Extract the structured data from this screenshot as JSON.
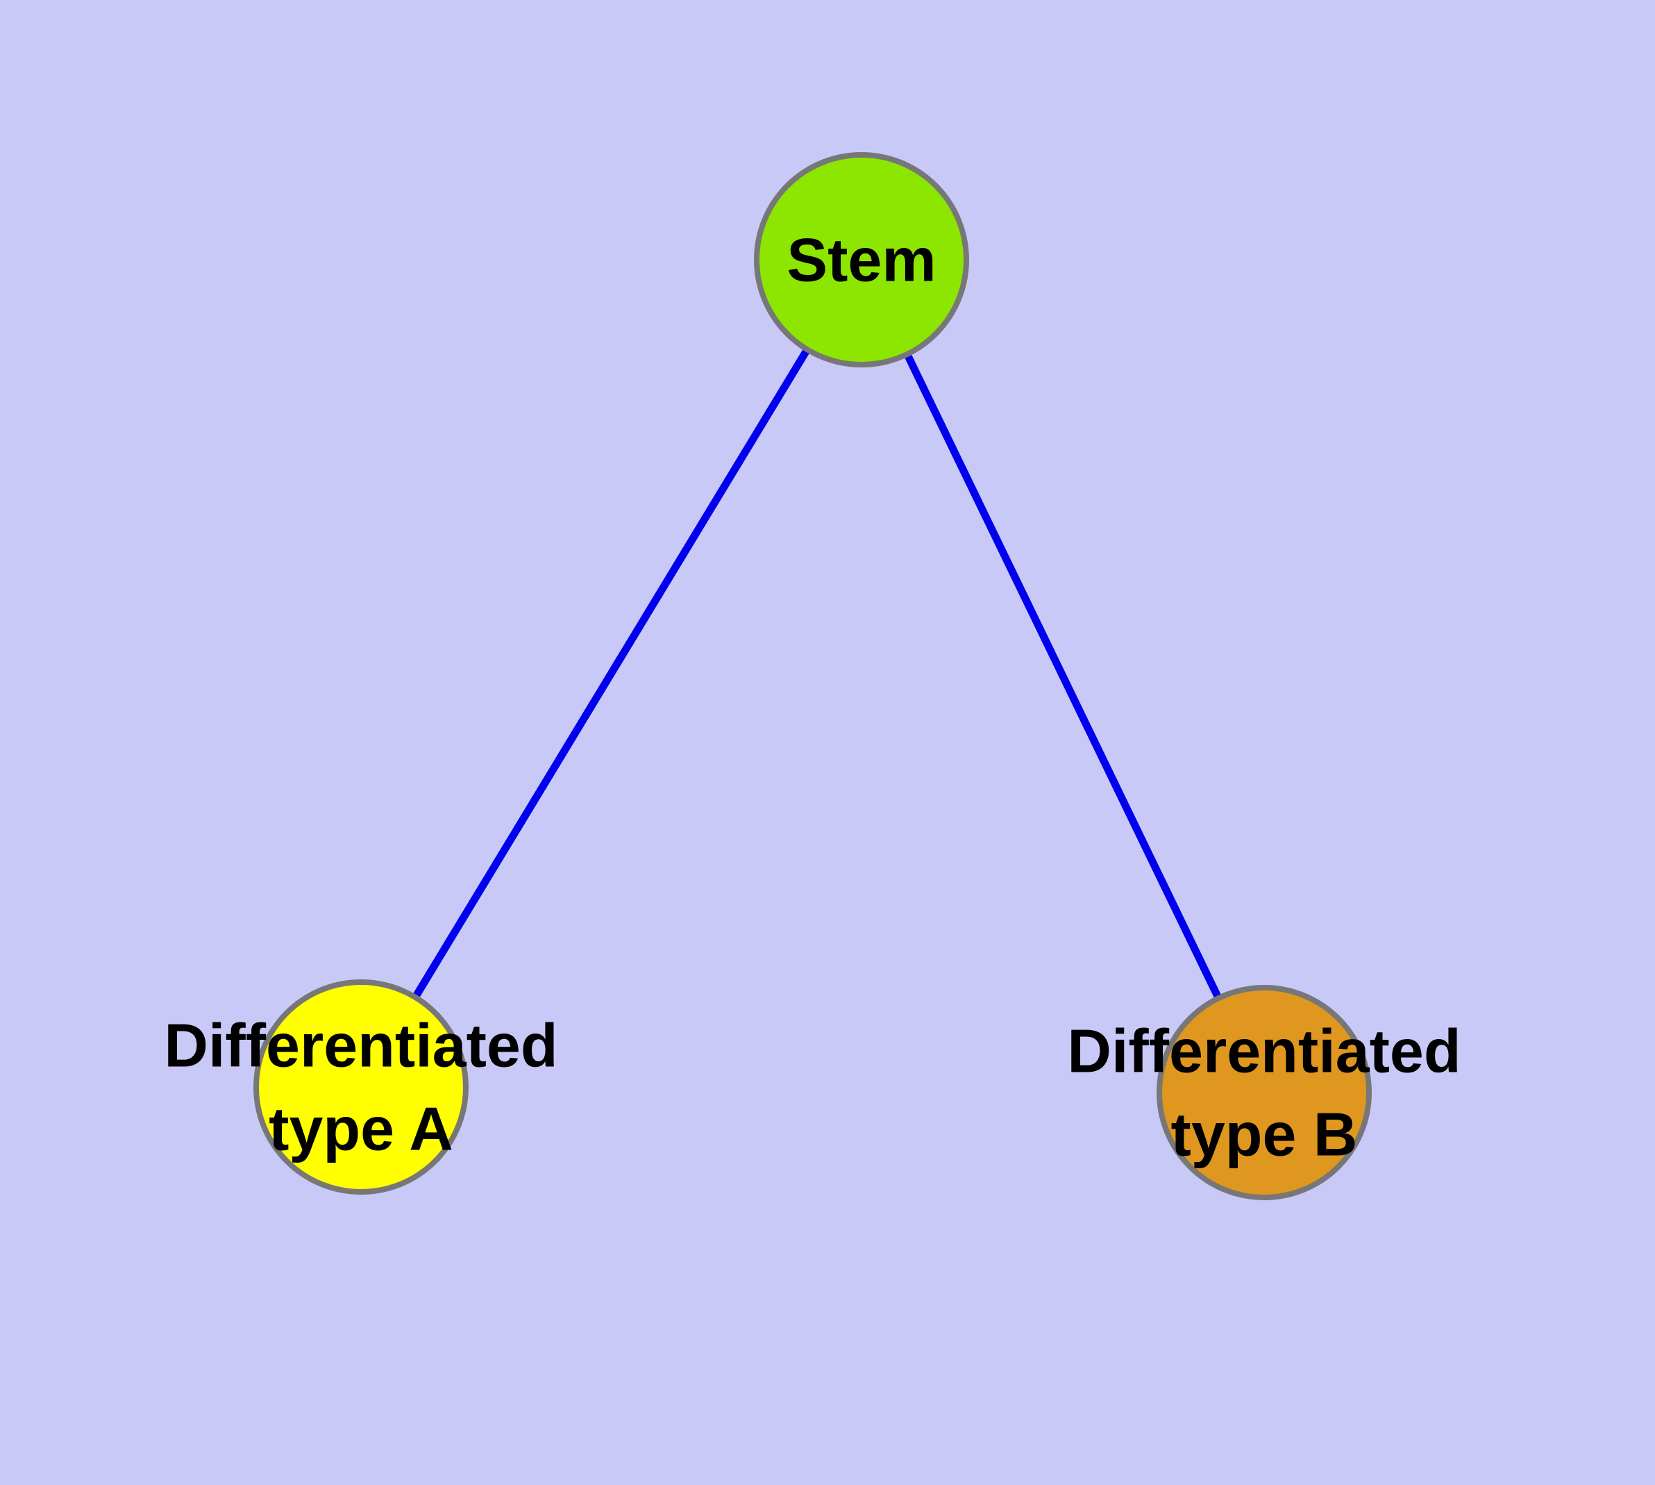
{
  "diagram": {
    "type": "graph",
    "background_color": "#C9C9F8",
    "edge_color": "#0000EE",
    "node_border_color": "#777777",
    "label_color": "#000000",
    "nodes": [
      {
        "id": "stem",
        "label_line1": "Stem",
        "label_line2": "",
        "color": "#8DE600"
      },
      {
        "id": "diff-a",
        "label_line1": "Differentiated",
        "label_line2": "type A",
        "color": "#FFFF00"
      },
      {
        "id": "diff-b",
        "label_line1": "Differentiated",
        "label_line2": "type B",
        "color": "#E0971F"
      }
    ],
    "edges": [
      {
        "from": "stem",
        "to": "diff-a"
      },
      {
        "from": "stem",
        "to": "diff-b"
      }
    ]
  }
}
